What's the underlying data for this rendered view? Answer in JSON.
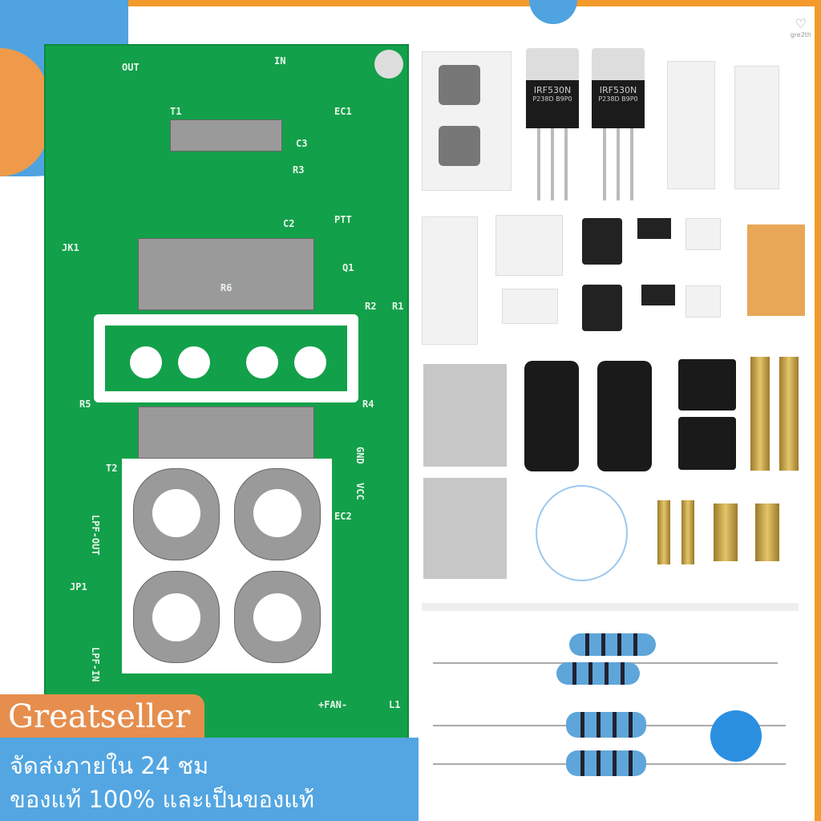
{
  "brand": {
    "name": "Greatseller",
    "logo_text": "gre2th"
  },
  "banner": {
    "line1": "จัดส่งภายใน 24 ชม",
    "line2": "ของแท้ 100% และเป็นของแท้"
  },
  "pcb_labels": [
    "IN",
    "OUT",
    "T1",
    "T2",
    "GND",
    "VCC",
    "EC1",
    "EC2",
    "R1",
    "R2",
    "R4",
    "R5",
    "R6",
    "LPF-OUT",
    "LPF-IN",
    "JP1",
    "JK1",
    "L1",
    "+FAN-",
    "PTT",
    "C2",
    "C3",
    "R3",
    "Q1"
  ],
  "mosfets": [
    {
      "part": "IRF530N",
      "code": "P238D B9P0"
    },
    {
      "part": "IRF530N",
      "code": "P238D B9P0"
    }
  ],
  "colors": {
    "pcb": "#13a04a",
    "accent_orange": "#e68e4d",
    "accent_blue": "#53a6e2",
    "frame": "#f39a2b"
  }
}
